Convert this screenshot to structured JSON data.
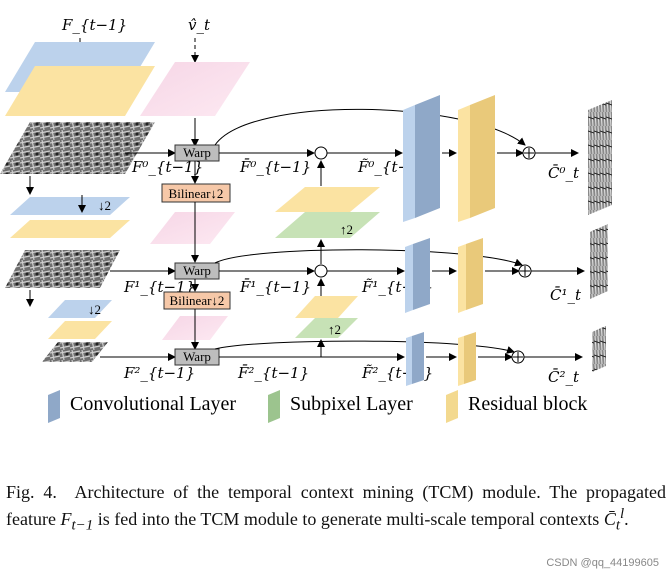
{
  "diagram": {
    "inputs": {
      "feature": "F_{t−1}",
      "motion": "v̂_t"
    },
    "ops": {
      "warp": "Warp",
      "bilinear": "Bilinear↓2",
      "down2": "↓2",
      "up2": "↑2"
    },
    "level_labels": {
      "f_l0": "F⁰_{t−1}",
      "fbar_l0": "F̄⁰_{t−1}",
      "ftilde_l0": "F̃⁰_{t−1}",
      "c_l0": "C̄⁰_t",
      "f_l1": "F¹_{t−1}",
      "fbar_l1": "F̄¹_{t−1}",
      "ftilde_l1": "F̃¹_{t−1}",
      "c_l1": "C̄¹_t",
      "f_l2": "F²_{t−1}",
      "fbar_l2": "F̄²_{t−1}",
      "ftilde_l2": "F̃²_{t−1}",
      "c_l2": "C̄²_t"
    },
    "legend": [
      {
        "label": "Convolutional Layer",
        "color": "#8FA8C8"
      },
      {
        "label": "Subpixel Layer",
        "color": "#9CC48E"
      },
      {
        "label": "Residual block",
        "color": "#F3D98F"
      }
    ],
    "colors": {
      "blue": "#BCD2EC",
      "yellow": "#FBE3A2",
      "green": "#C7E2B6",
      "orange": "#F6C8A8",
      "warp": "#BDBDBD"
    }
  },
  "caption": {
    "label": "Fig. 4.",
    "text_before_f": "Architecture of the temporal context mining (TCM) module. The propagated feature ",
    "f_symbol": "F",
    "f_sub": "t−1",
    "text_middle": " is fed into the TCM module to generate multi-scale temporal contexts ",
    "c_symbol": "C̄",
    "c_sub": "t",
    "c_sup": "l",
    "text_after": "."
  },
  "watermark": "CSDN @qq_44199605"
}
